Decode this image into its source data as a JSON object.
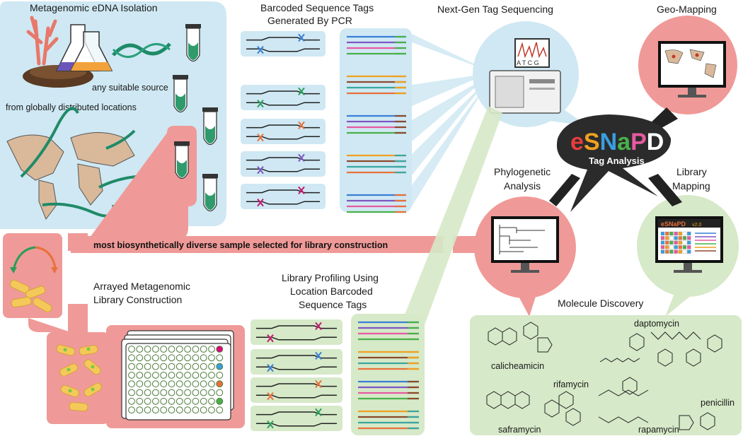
{
  "labels": {
    "isolation_title": "Metagenomic eDNA Isolation",
    "any_source": "any suitable source",
    "global_locations": "from globally distributed locations",
    "barcoded_title_1": "Barcoded Sequence Tags",
    "barcoded_title_2": "Generated By PCR",
    "nextgen_title": "Next-Gen Tag Sequencing",
    "geo_title": "Geo-Mapping",
    "phylo_title_1": "Phylogenetic",
    "phylo_title_2": "Analysis",
    "libmap_title_1": "Library",
    "libmap_title_2": "Mapping",
    "selection_text": "most biosynthetically diverse sample selected for library construction",
    "arrayed_title_1": "Arrayed Metagenomic",
    "arrayed_title_2": "Library Construction",
    "profiling_title_1": "Library Profiling Using",
    "profiling_title_2": "Location Barcoded",
    "profiling_title_3": "Sequence Tags",
    "molecule_title": "Molecule Discovery"
  },
  "hub": {
    "logo_e": "e",
    "logo_s": "S",
    "logo_n": "N",
    "logo_a": "a",
    "logo_p": "P",
    "logo_d": "D",
    "subtitle": "Tag Analysis"
  },
  "sequencer": {
    "bases": "A T C G"
  },
  "software": {
    "logo": "eSNaPD",
    "version": "v2.0"
  },
  "molecules": [
    "calicheamicin",
    "daptomycin",
    "rifamycin",
    "saframycin",
    "rapamycin",
    "penicillin"
  ],
  "colors": {
    "panel_blue": "#cfe8f3",
    "panel_green": "#d6e9c8",
    "panel_red": "#ef9a98",
    "hub": "#2b2b2b",
    "logo_e": "#e83c3c",
    "logo_s": "#f0a020",
    "logo_n": "#3a9ee0",
    "logo_a": "#49b04a",
    "logo_p": "#e65aa0",
    "logo_d": "#ffffff"
  }
}
